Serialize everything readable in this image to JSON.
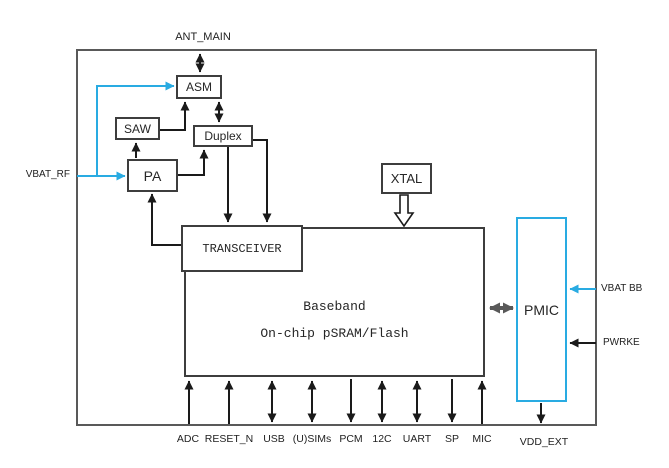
{
  "blocks": {
    "asm": "ASM",
    "saw": "SAW",
    "duplex": "Duplex",
    "pa": "PA",
    "xtal": "XTAL",
    "transceiver": "TRANSCEIVER",
    "baseband_line1": "Baseband",
    "baseband_line2": "On-chip pSRAM/Flash",
    "pmic": "PMIC"
  },
  "external_labels": {
    "ant_main": "ANT_MAIN",
    "vbat_rf": "VBAT_RF",
    "vbat_bb": "VBAT BB",
    "pwrkey": "PWRKE",
    "vdd_ext": "VDD_EXT"
  },
  "pins": [
    {
      "label": "ADC",
      "direction": "up"
    },
    {
      "label": "RESET_N",
      "direction": "up"
    },
    {
      "label": "USB",
      "direction": "both"
    },
    {
      "label": "(U)SIMs",
      "direction": "both"
    },
    {
      "label": "PCM",
      "direction": "down"
    },
    {
      "label": "12C",
      "direction": "both"
    },
    {
      "label": "UART",
      "direction": "both"
    },
    {
      "label": "SP",
      "direction": "down"
    },
    {
      "label": "MIC",
      "direction": "up"
    }
  ],
  "connections": {
    "ant_main_asm": "bidirectional",
    "asm_duplex": "bidirectional",
    "saw_to_asm": "saw output to asm",
    "pa_to_saw": "pa output to saw",
    "pa_to_duplex": "pa output to duplex",
    "duplex_to_transceiver": "two paths into transceiver",
    "transceiver_to_pa": "feedback to pa",
    "vbat_rf_to_pa_and_asm": "power rail (cyan)",
    "xtal_to_baseband": "clock (hollow arrow)",
    "baseband_pmic": "bidirectional (gray)",
    "vbat_bb_to_pmic": "power input (cyan)",
    "pwrkey_to_pmic": "input",
    "pmic_to_vdd_ext": "output"
  },
  "colors": {
    "accent_cyan": "#29ABE2",
    "line_black": "#1a1a1a",
    "outer_border_gray": "#595959",
    "block_border": "#3d3d3d",
    "gray_bus_arrow": "#595959"
  }
}
